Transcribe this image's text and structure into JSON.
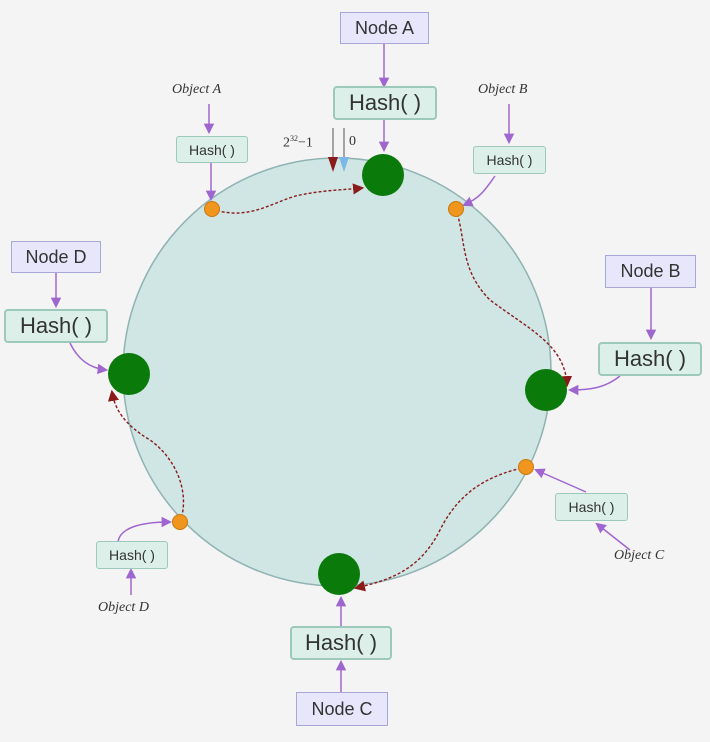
{
  "colors": {
    "ring_fill": "#cfe6e5",
    "ring_stroke": "#8fb3b1",
    "node": "#0a7a0a",
    "object": "#f0961e",
    "object_arrow": "#a066d0",
    "mapping_path": "#8b1a1a",
    "zero_marker": "#7cb8e6",
    "node_box_fill": "#e8e6fb",
    "hash_box_fill": "#dcefe9"
  },
  "ring_labels": {
    "max_base": "2",
    "max_exp": "32",
    "max_suffix": "−1",
    "zero": "0"
  },
  "nodes": [
    {
      "id": "a",
      "label": "Node A",
      "hash": "Hash( )"
    },
    {
      "id": "b",
      "label": "Node B",
      "hash": "Hash( )"
    },
    {
      "id": "c",
      "label": "Node C",
      "hash": "Hash( )"
    },
    {
      "id": "d",
      "label": "Node D",
      "hash": "Hash( )"
    }
  ],
  "objects": [
    {
      "id": "a",
      "label": "Object A",
      "hash": "Hash( )"
    },
    {
      "id": "b",
      "label": "Object B",
      "hash": "Hash( )"
    },
    {
      "id": "c",
      "label": "Object C",
      "hash": "Hash( )"
    },
    {
      "id": "d",
      "label": "Object D",
      "hash": "Hash( )"
    }
  ]
}
